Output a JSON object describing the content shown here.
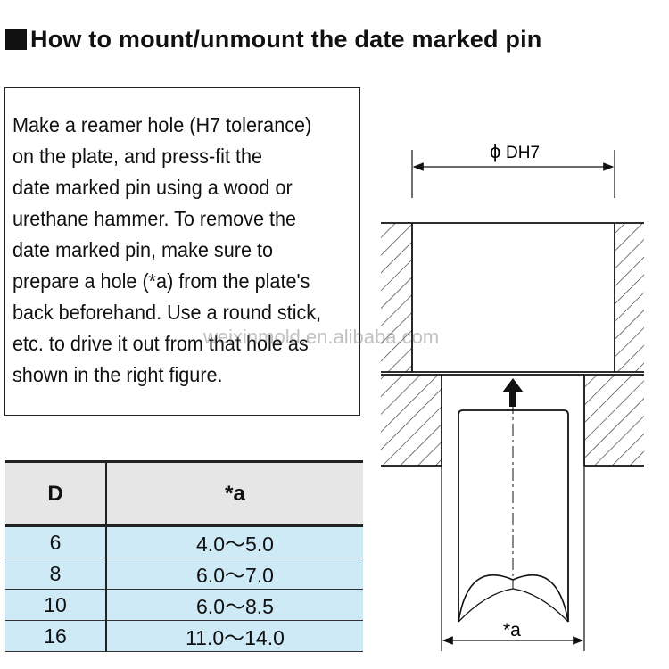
{
  "title": "How to mount/unmount the date marked pin",
  "description_lines": [
    "Make a reamer hole (H7 tolerance)",
    "on the plate, and press-fit the",
    "date marked pin using a wood or",
    "urethane hammer. To remove the",
    "date marked pin, make sure to",
    "prepare a hole (*a) from the plate's",
    "back beforehand. Use a round stick,",
    "etc. to drive it out from that hole as",
    "shown in the right figure."
  ],
  "table": {
    "headers": [
      "D",
      "*a"
    ],
    "rows": [
      [
        "6",
        "4.0～5.0"
      ],
      [
        "8",
        "6.0～7.0"
      ],
      [
        "10",
        "6.0～8.5"
      ],
      [
        "16",
        "11.0～14.0"
      ]
    ]
  },
  "diagram": {
    "top_dimension_symbol": "ϕ",
    "top_dimension_label": "DH7",
    "bottom_dimension_label": "*a",
    "arrow_icon": "up-arrow-icon"
  },
  "watermark": "weixinmold.en.alibaba.com",
  "colors": {
    "table_header_bg": "#e6e6e6",
    "table_row_bg": "#cdeaf6",
    "line": "#222222"
  }
}
